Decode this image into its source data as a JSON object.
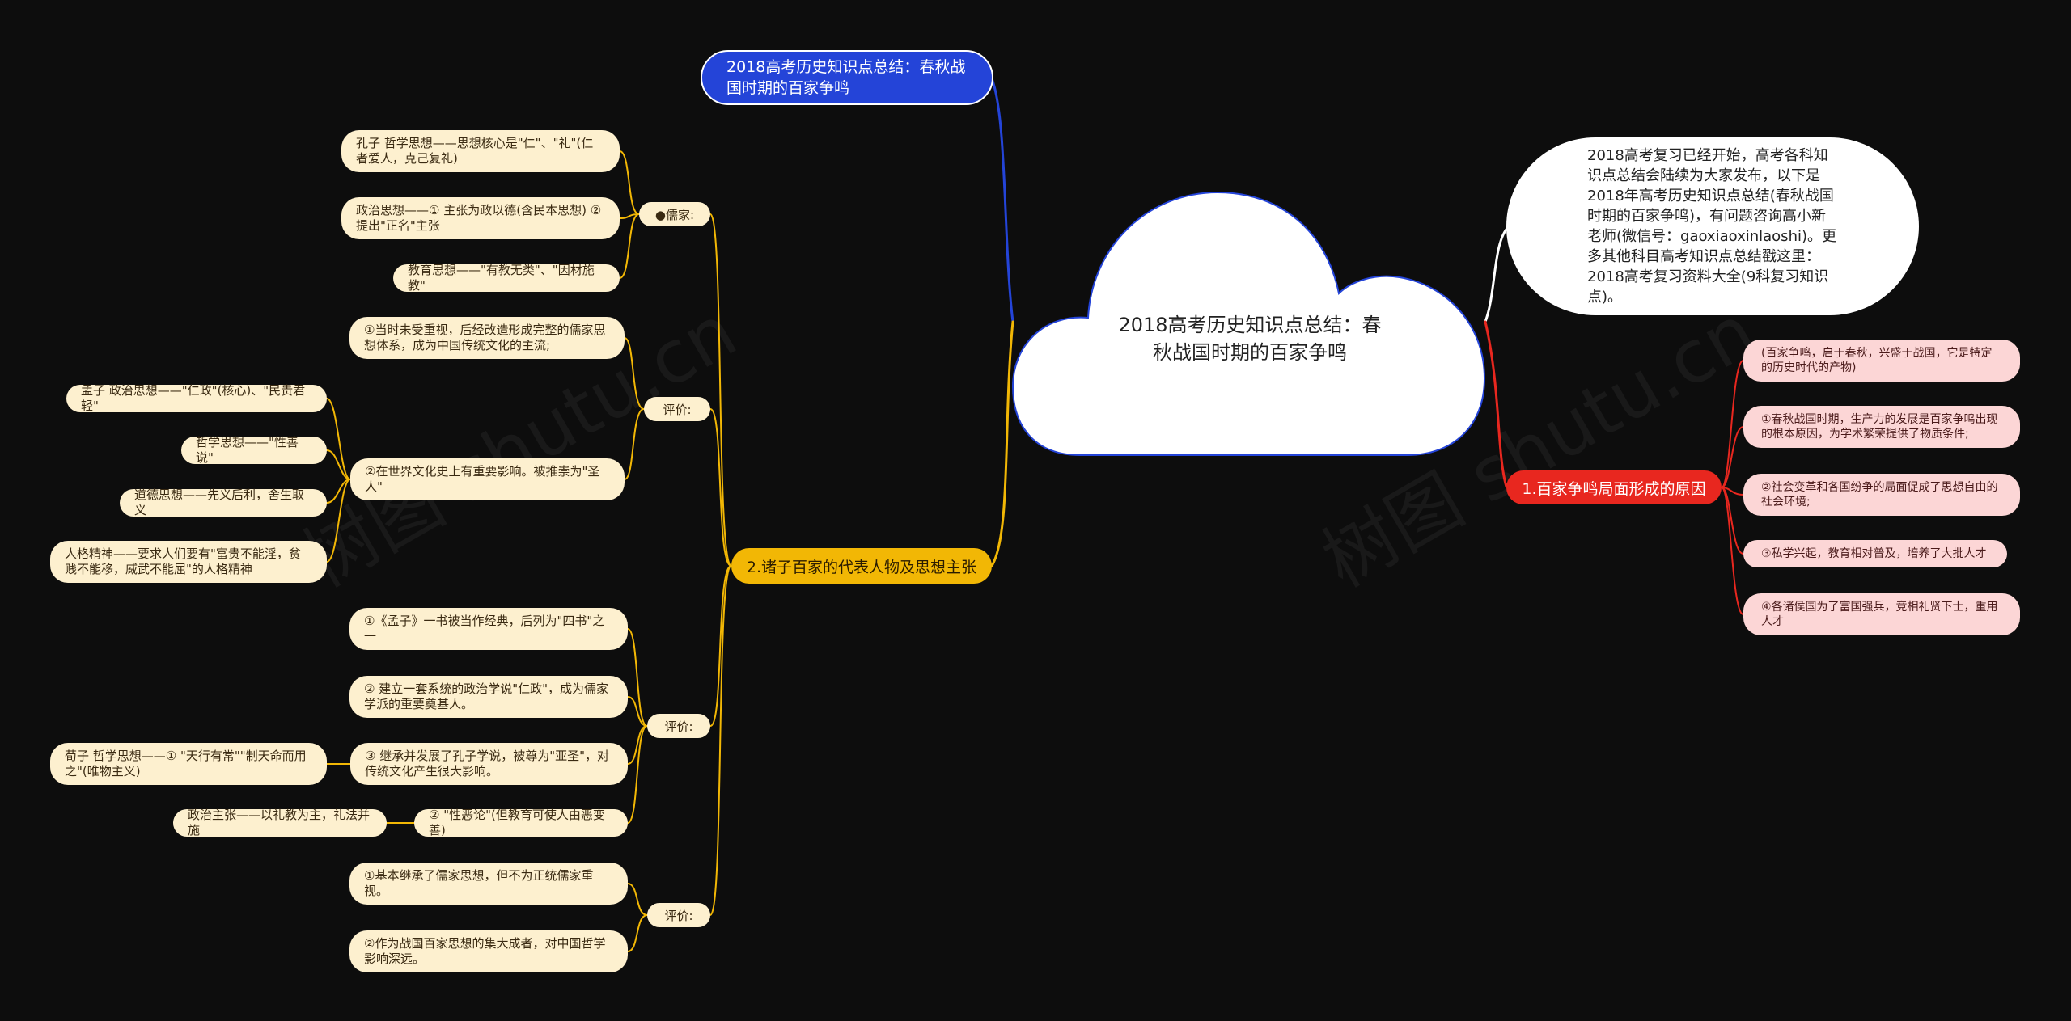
{
  "center": {
    "title": "2018高考历史知识点总结：春秋战国时期的百家争鸣"
  },
  "top_link": {
    "text": "2018高考历史知识点总结：春秋战国时期的百家争鸣"
  },
  "intro": {
    "text": "2018高考复习已经开始，高考各科知识点总结会陆续为大家发布，以下是2018年高考历史知识点总结(春秋战国时期的百家争鸣)，有问题咨询高小新老师(微信号：gaoxiaoxinlaoshi)。更多其他科目高考知识点总结戳这里：2018高考复习资料大全(9科复习知识点)。"
  },
  "branch1": {
    "label": "1.百家争鸣局面形成的原因",
    "items": [
      "(百家争鸣，启于春秋，兴盛于战国，它是特定的历史时代的产物)",
      "①春秋战国时期，生产力的发展是百家争鸣出现的根本原因，为学术繁荣提供了物质条件;",
      "②社会变革和各国纷争的局面促成了思想自由的社会环境;",
      "③私学兴起，教育相对普及，培养了大批人才",
      "④各诸侯国为了富国强兵，竞相礼贤下士，重用人才"
    ]
  },
  "branch2": {
    "label": "2.诸子百家的代表人物及思想主张",
    "confucian_label": "●儒家:",
    "confucius": [
      "孔子 哲学思想——思想核心是\"仁\"、\"礼\"(仁者爱人，克己复礼)",
      "政治思想——① 主张为政以德(含民本思想) ② 提出\"正名\"主张",
      "教育思想——\"有教无类\"、\"因材施教\""
    ],
    "eval_label_1": "评价:",
    "eval1_items": [
      "①当时未受重视，后经改造形成完整的儒家思想体系，成为中国传统文化的主流;",
      "②在世界文化史上有重要影响。被推崇为\"圣人\""
    ],
    "mencius": [
      "孟子 政治思想——\"仁政\"(核心)、\"民贵君轻\"",
      "哲学思想——\"性善说\"",
      "道德思想——先义后利，舍生取义",
      "人格精神——要求人们要有\"富贵不能淫，贫贱不能移，威武不能屈\"的人格精神"
    ],
    "eval_label_2": "评价:",
    "eval2_items": [
      "①《孟子》一书被当作经典，后列为\"四书\"之一",
      "② 建立一套系统的政治学说\"仁政\"，成为儒家学派的重要奠基人。",
      "③ 继承并发展了孔子学说，被尊为\"亚圣\"，对传统文化产生很大影响。",
      "② \"性恶论\"(但教育可使人由恶变善)"
    ],
    "xunzi": [
      "荀子 哲学思想——① \"天行有常\"\"制天命而用之\"(唯物主义)",
      "政治主张——以礼教为主，礼法并施"
    ],
    "eval_label_3": "评价:",
    "eval3_items": [
      "①基本继承了儒家思想，但不为正统儒家重视。",
      "②作为战国百家思想的集大成者，对中国哲学影响深远。"
    ]
  },
  "watermarks": [
    "树图 shutu.cn",
    "树图 shutu.cn"
  ],
  "colors": {
    "background": "#0d0d0d",
    "yellow": "#f2b705",
    "red": "#e8271f",
    "blue": "#2444d8",
    "leaf": "#fdf0cf",
    "pink": "#fcd6d6"
  }
}
